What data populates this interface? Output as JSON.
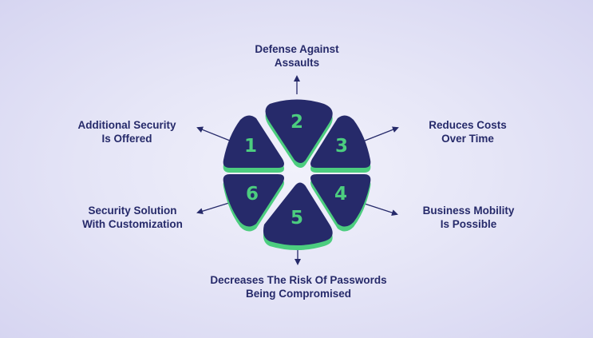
{
  "colors": {
    "segment": "#262a6a",
    "segment_shadow": "#4ccd7f",
    "number": "#4ccd7f",
    "text": "#262a6a",
    "arrow": "#262a6a"
  },
  "segments": [
    {
      "number": "1",
      "label_lines": [
        "Additional Security",
        "Is Offered"
      ]
    },
    {
      "number": "2",
      "label_lines": [
        "Defense Against",
        "Assaults"
      ]
    },
    {
      "number": "3",
      "label_lines": [
        "Reduces Costs",
        "Over Time"
      ]
    },
    {
      "number": "4",
      "label_lines": [
        "Business Mobility",
        "Is Possible"
      ]
    },
    {
      "number": "5",
      "label_lines": [
        "Decreases The Risk Of Passwords",
        "Being Compromised"
      ]
    },
    {
      "number": "6",
      "label_lines": [
        "Security Solution",
        "With Customization"
      ]
    }
  ]
}
